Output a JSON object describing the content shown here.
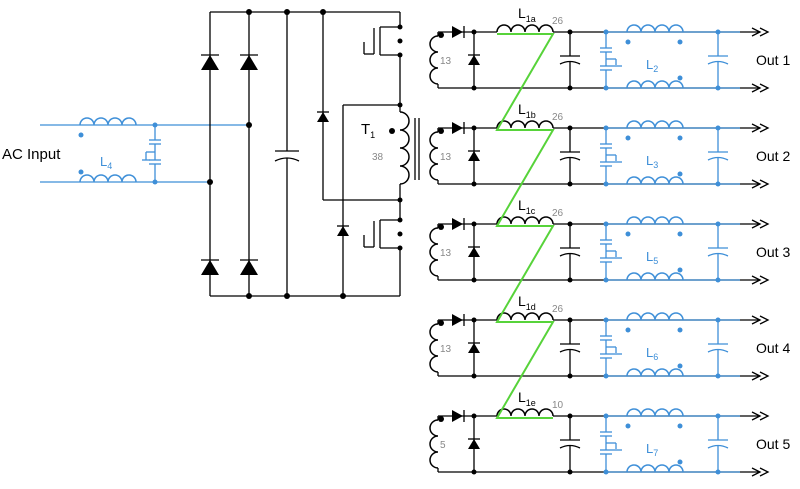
{
  "input_label": "AC Input",
  "transformer": {
    "label": "T",
    "sub": "1",
    "turns": "38"
  },
  "input_choke": {
    "label": "L",
    "sub": "4"
  },
  "outputs": [
    {
      "label": "Out 1",
      "coupled": "L",
      "coupled_sub": "1a",
      "turns_sec": "13",
      "turns_coupled": "26",
      "filter": "L",
      "filter_sub": "2"
    },
    {
      "label": "Out 2",
      "coupled": "L",
      "coupled_sub": "1b",
      "turns_sec": "13",
      "turns_coupled": "26",
      "filter": "L",
      "filter_sub": "3"
    },
    {
      "label": "Out 3",
      "coupled": "L",
      "coupled_sub": "1c",
      "turns_sec": "13",
      "turns_coupled": "26",
      "filter": "L",
      "filter_sub": "5"
    },
    {
      "label": "Out 4",
      "coupled": "L",
      "coupled_sub": "1d",
      "turns_sec": "13",
      "turns_coupled": "26",
      "filter": "L",
      "filter_sub": "6"
    },
    {
      "label": "Out 5",
      "coupled": "L",
      "coupled_sub": "1e",
      "turns_sec": "5",
      "turns_coupled": "10",
      "filter": "L",
      "filter_sub": "7"
    }
  ],
  "colors": {
    "wire": "#000000",
    "emi_filter": "#3e8fd8",
    "core_link": "#57d33a",
    "turns_text": "#888888"
  }
}
